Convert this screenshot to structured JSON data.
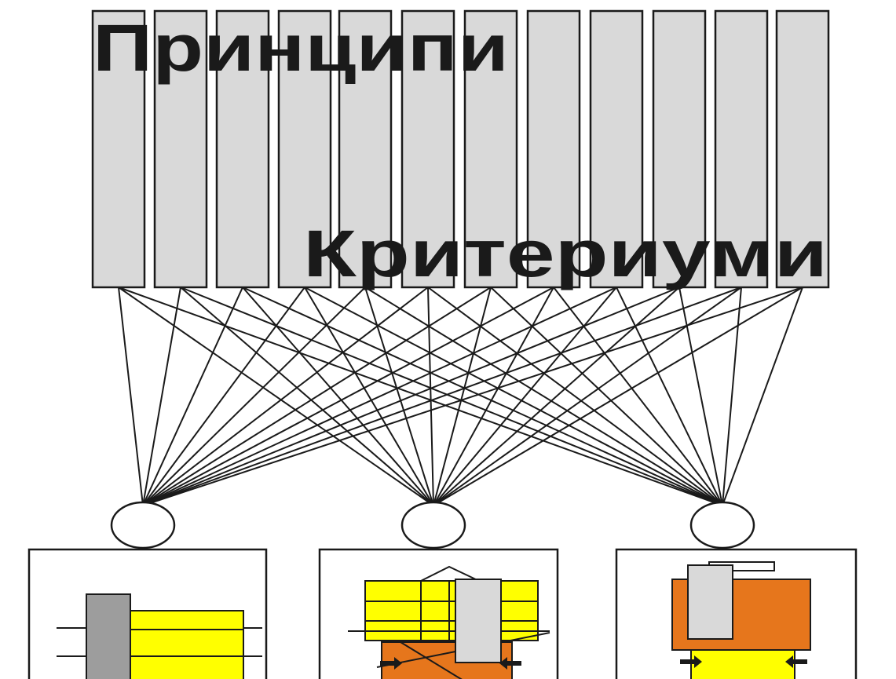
{
  "title_top": "Принципи",
  "title_bottom": "Критериуми",
  "columns": [
    {
      "id": "c1"
    },
    {
      "id": "c2"
    },
    {
      "id": "c3"
    },
    {
      "id": "c4"
    },
    {
      "id": "c5"
    },
    {
      "id": "c6"
    },
    {
      "id": "c7"
    },
    {
      "id": "c8"
    },
    {
      "id": "c9"
    },
    {
      "id": "c10"
    },
    {
      "id": "c11"
    },
    {
      "id": "c12"
    }
  ],
  "nodes": [
    {
      "id": "n1"
    },
    {
      "id": "n2"
    },
    {
      "id": "n3"
    }
  ],
  "colors": {
    "column_fill": "#d9d9d9",
    "stroke": "#1a1a1a",
    "yellow": "#ffff00",
    "orange": "#e6761c",
    "gray_dark": "#9d9d9d",
    "gray_light": "#d9d9d9"
  }
}
